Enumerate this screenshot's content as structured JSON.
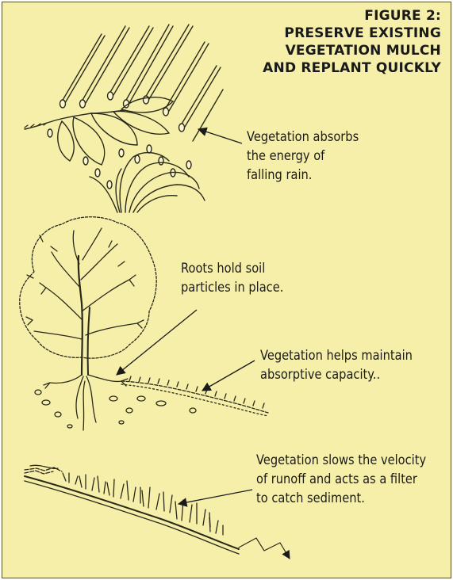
{
  "figure": {
    "title_lines": [
      "FIGURE 2:",
      "PRESERVE EXISTING",
      "VEGETATION MULCH",
      "AND REPLANT QUICKLY"
    ]
  },
  "callouts": [
    {
      "lines": [
        "Vegetation absorbs",
        "the energy of",
        "falling rain."
      ]
    },
    {
      "lines": [
        "Roots hold soil",
        "particles in place."
      ]
    },
    {
      "lines": [
        "Vegetation helps maintain",
        "absorptive capacity.."
      ]
    },
    {
      "lines": [
        "Vegetation slows the velocity",
        "of runoff and acts as a filter",
        "to catch sediment."
      ]
    }
  ],
  "colors": {
    "panel_background": "#f6efaa",
    "ink": "#1a1a1a"
  }
}
